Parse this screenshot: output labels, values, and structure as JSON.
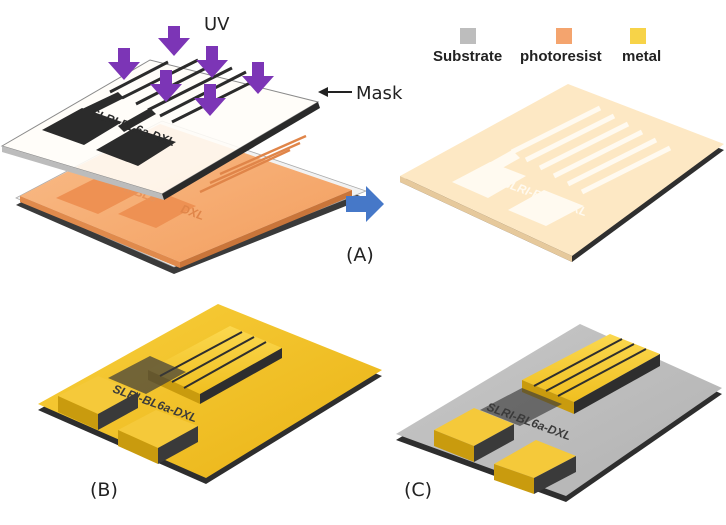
{
  "labels": {
    "uv": "UV",
    "mask": "Mask",
    "step_a": "(A)",
    "step_b": "(B)",
    "step_c": "(C)",
    "pattern_text": "SLRI-BL6a-DXL",
    "pattern_text_partial": "SLRI-BL6",
    "pattern_text_tail": "DXL"
  },
  "legend": [
    {
      "name": "Substrate",
      "color": "#bdbdbd"
    },
    {
      "name": "photoresist",
      "color": "#f4a46e"
    },
    {
      "name": "metal",
      "color": "#f7d348"
    }
  ],
  "colors": {
    "uv_arrow": "#7c35b6",
    "process_arrow": "#4678c8",
    "metal": "#f2c025",
    "photoresist": "#f4ab72",
    "exposed_resist": "#fde8c4",
    "substrate": "#bdbdbd",
    "mask_pattern": "#2b2b2b"
  }
}
